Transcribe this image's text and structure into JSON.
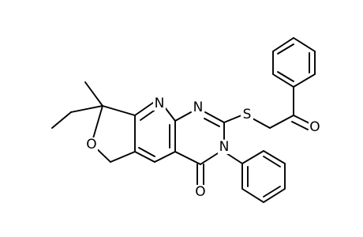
{
  "structure": {
    "atom_labels": {
      "ring_oxygen": "O",
      "pyridine_nitrogen": "N",
      "pyrimidine_nitrogen_top": "N",
      "pyrimidine_nitrogen_bottom": "N",
      "sulfur": "S",
      "ketone_oxygen": "O",
      "carbonyl_oxygen": "O"
    }
  }
}
